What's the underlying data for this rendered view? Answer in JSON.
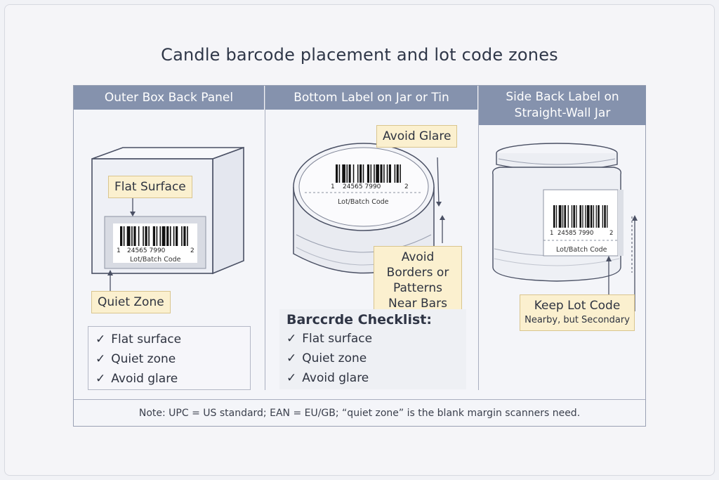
{
  "title": "Candle barcode placement and lot code zones",
  "panels": [
    {
      "header": "Outer Box Back Panel",
      "callouts": {
        "flat_surface": "Flat Surface",
        "quiet_zone": "Quiet Zone"
      },
      "barcode": {
        "digits_left": "1",
        "digits_mid": "24565 7990",
        "digits_right": "2",
        "lot": "Lot/Batch Code"
      },
      "checklist": [
        "Flat surface",
        "Quiet zone",
        "Avoid glare"
      ]
    },
    {
      "header": "Bottom Label on Jar or Tin",
      "callouts": {
        "avoid_glare": "Avoid Glare",
        "avoid_borders": "Avoid Borders or Patterns Near Bars"
      },
      "barcode": {
        "digits_left": "1",
        "digits_mid": "24565 7990",
        "digits_right": "2",
        "lot": "Lot/Batch Code"
      },
      "checklist_title": "Barccrde Checklist:",
      "checklist": [
        "Flat surface",
        "Quiet zone",
        "Avoid glare"
      ]
    },
    {
      "header": "Side Back Label on Straight-Wall Jar",
      "callouts": {
        "keep_lot_title": "Keep Lot Code",
        "keep_lot_sub": "Nearby, but Secondary"
      },
      "barcode": {
        "digits_left": "1",
        "digits_mid": "24585 7990",
        "digits_right": "2",
        "lot": "Lot/Batch Code"
      }
    }
  ],
  "note": "Note: UPC = US standard; EAN = EU/GB; “quiet zone” is the blank margin scanners need.",
  "colors": {
    "header_bg": "#8592ad",
    "callout_bg": "#fbf0cf",
    "border": "#9aa1b4"
  },
  "icons": {
    "check": "check-icon",
    "arrow": "arrow-icon"
  }
}
